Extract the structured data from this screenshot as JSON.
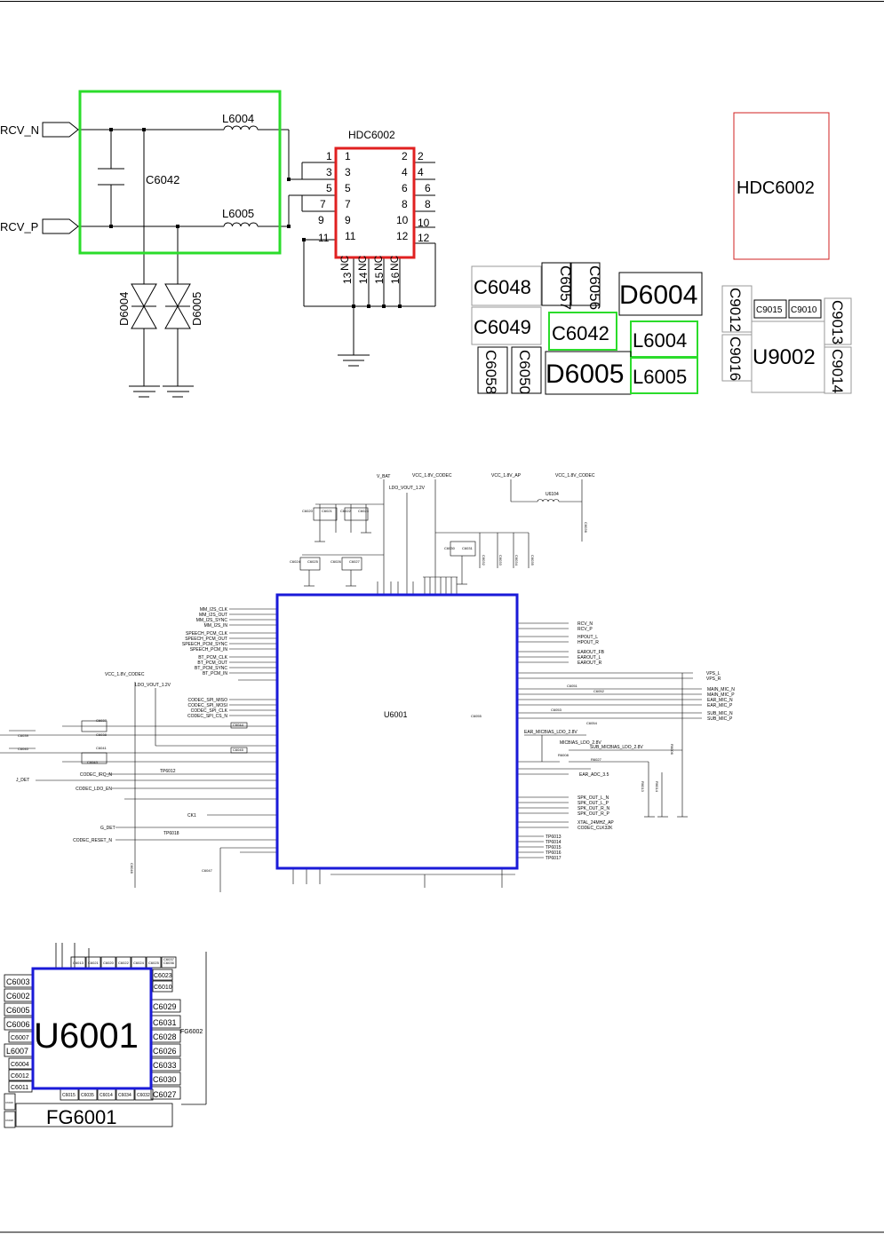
{
  "receiver": {
    "nets": [
      "RCV_N",
      "RCV_P"
    ],
    "inductors": [
      "L6004",
      "L6005"
    ],
    "capacitor": "C6042",
    "diodes": [
      "D6004",
      "D6005"
    ]
  },
  "hdc6002": {
    "title": "HDC6002",
    "inner_left": [
      "1",
      "3",
      "5",
      "7",
      "9",
      "11"
    ],
    "inner_right": [
      "2",
      "4",
      "6",
      "8",
      "10",
      "12"
    ],
    "outer_left": [
      "1",
      "3",
      "5",
      "7",
      "9",
      "11"
    ],
    "outer_right": [
      "2",
      "4",
      "6",
      "8",
      "10",
      "12"
    ],
    "nc_label": "NC",
    "bottom_pins": [
      "13",
      "14",
      "15",
      "16"
    ]
  },
  "layout_top": {
    "hdc_box": "HDC6002",
    "parts": [
      "C6048",
      "C6057",
      "C6056",
      "D6004",
      "C6049",
      "C6042",
      "L6004",
      "C6058",
      "C6050",
      "D6005",
      "L6005",
      "C9012",
      "C9015",
      "C9010",
      "C9013",
      "C9016",
      "U9002",
      "C9014"
    ]
  },
  "codec": {
    "name": "U6001",
    "rails": {
      "vbat": "V_BAT",
      "ldo": "LDO_VOUT_1.2V",
      "vcc_codec": "VCC_1.8V_CODEC",
      "vcc_ap": "VCC_1.8V_AP",
      "vcc_codec2": "VCC_1.8V_CODEC",
      "u6104": "U6104",
      "left_vcc": "VCC_1.8V_CODEC",
      "left_ldo": "LDO_VOUT_1.2V"
    },
    "left_nets": [
      "MM_I2S_CLK",
      "MM_I2S_OUT",
      "MM_I2S_SYNC",
      "MM_I2S_IN",
      "SPEECH_PCM_CLK",
      "SPEECH_PCM_OUT",
      "SPEECH_PCM_SYNC",
      "SPEECH_PCM_IN",
      "BT_PCM_CLK",
      "BT_PCM_OUT",
      "BT_PCM_SYNC",
      "BT_PCM_IN",
      "CODEC_SPI_MISO",
      "CODEC_SPI_MOSI",
      "CODEC_SPI_CLK",
      "CODEC_SPI_CS_N",
      "CODEC_IRQ_N",
      "CODEC_LDO_EN",
      "CODEC_RESET_N"
    ],
    "left_misc": [
      "J_DET",
      "G_DET",
      "TP6012",
      "TP6018",
      "CK1"
    ],
    "right_nets": [
      "RCV_N",
      "RCV_P",
      "HPOUT_L",
      "HPOUT_R",
      "EAROUT_FB",
      "EAROUT_L",
      "EAROUT_R",
      "VPS_L",
      "VPS_R",
      "MAIN_MIC_N",
      "MAIN_MIC_P",
      "EAR_MIC_N",
      "EAR_MIC_P",
      "SUB_MIC_N",
      "SUB_MIC_P",
      "MICBIAS_LDO_2.8V",
      "EAR_MICBIAS_LDO_2.8V",
      "SUB_MICBIAS_LDO_2.8V",
      "EAR_ADC_3.5",
      "SPK_OUT_L_N",
      "SPK_OUT_L_P",
      "SPK_OUT_R_N",
      "SPK_OUT_R_P",
      "XTAL_24MHZ_AP",
      "CODEC_CLK32K",
      "TP6013",
      "TP6014",
      "TP6015",
      "TP6016",
      "TP6017"
    ],
    "caps": [
      "C6020",
      "C6021",
      "C6022",
      "C6023",
      "C6024",
      "C6025",
      "C6026",
      "C6027",
      "C6030",
      "C6031",
      "C6032",
      "C6033",
      "C6034",
      "C6035",
      "C6036",
      "C6037",
      "C6038",
      "C6039",
      "C6040",
      "C6041",
      "C6043",
      "C6044",
      "C6045",
      "C6046",
      "C6047",
      "C6051",
      "C6052",
      "C6053",
      "C6054",
      "C6055",
      "R6008",
      "R6027",
      "R6013",
      "R6014",
      "R6006"
    ]
  },
  "layout_bottom": {
    "chip": "U6001",
    "module": "FG6001",
    "side_label": "FG6002",
    "left_caps": [
      "C6003",
      "C6002",
      "C6005",
      "C6006",
      "C6007",
      "L6007",
      "C6004",
      "C6012",
      "C6011"
    ],
    "right_caps": [
      "C6023",
      "C6010",
      "C6029",
      "C6031",
      "C6028",
      "C6026",
      "C6033",
      "C6030",
      "C6027"
    ],
    "bottom_caps": [
      "C6015",
      "C6035",
      "C6014",
      "C6034",
      "C6032"
    ],
    "top_caps": [
      "C6013",
      "C6021",
      "C6020",
      "C6022",
      "C6024",
      "C6025",
      "C6036",
      "C6037"
    ],
    "tiny_parts": [
      "C6019",
      "C6018"
    ]
  }
}
